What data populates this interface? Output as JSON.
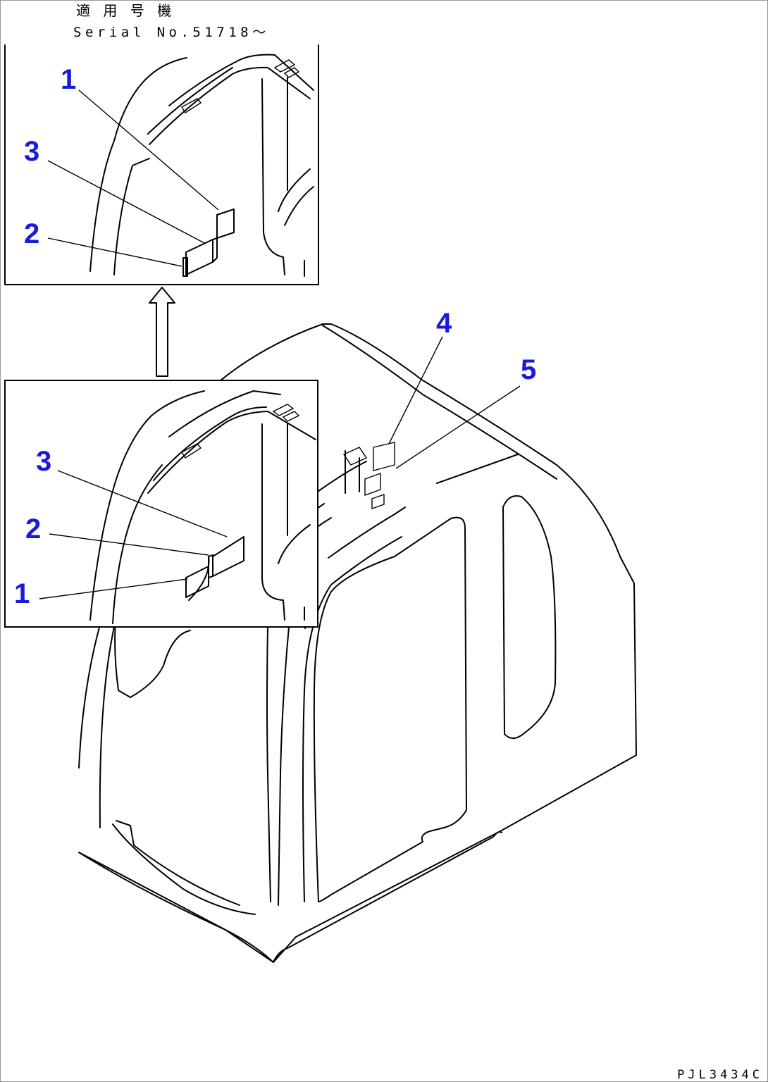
{
  "header": {
    "applicable_serial_jp": "適 用 号 機",
    "serial_label": "Serial No.51718～"
  },
  "callouts": {
    "inset_top": [
      "1",
      "3",
      "2"
    ],
    "inset_bottom": [
      "3",
      "2",
      "1"
    ],
    "main": [
      "4",
      "5"
    ]
  },
  "figure_code": "PJL3434C",
  "colors": {
    "callout": "#1a1adc",
    "line": "#000000",
    "border": "#9a9a9a"
  }
}
